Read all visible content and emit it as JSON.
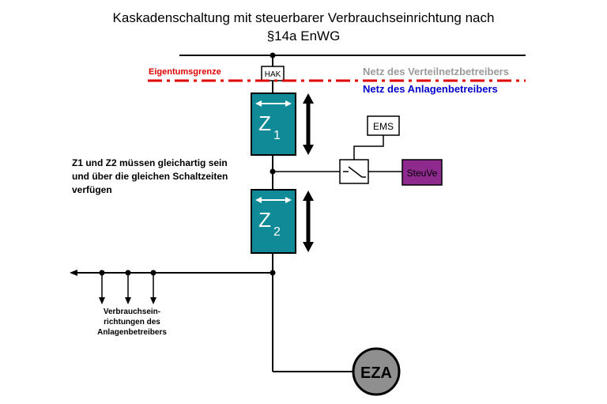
{
  "title": {
    "line1": "Kaskadenschaltung mit steuerbarer Verbrauchseinrichtung nach",
    "line2": "§14a EnWG"
  },
  "labels": {
    "eigentumsgrenze": "Eigentumsgrenze",
    "netz_vnb": "Netz des Verteilnetzbetreibers",
    "netz_ab": "Netz des Anlagenbetreibers",
    "hak": "HAK",
    "ems": "EMS",
    "steuve": "SteuVe",
    "eza": "EZA",
    "z1_letter": "Z",
    "z1_sub": "1",
    "z2_letter": "Z",
    "z2_sub": "2",
    "note_line1": "Z1 und Z2 müssen gleichartig sein",
    "note_line2": "und über die gleichen Schaltzeiten",
    "note_line3": "verfügen",
    "verbraucher_line1": "Verbrauchsein-",
    "verbraucher_line2": "richtungen des",
    "verbraucher_line3": "Anlagenbetreibers"
  },
  "colors": {
    "meter_fill": "#108a96",
    "steuve_fill": "#8e2a8e",
    "eza_fill": "#8f8f8f",
    "eigentumsgrenze_text": "#e00000",
    "eigentumsgrenze_line": "#e00000",
    "netz_vnb_text": "#9a9a9a",
    "netz_ab_text": "#0000cc"
  }
}
